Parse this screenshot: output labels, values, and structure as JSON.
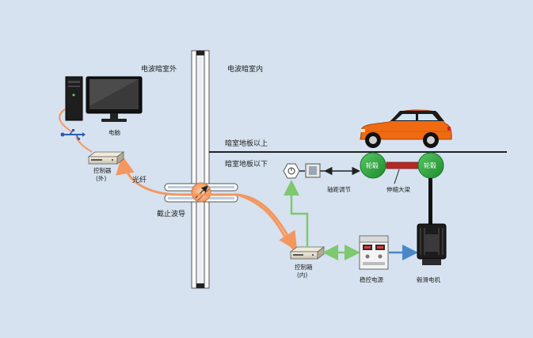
{
  "labels": {
    "chamber_outside": "电波暗室外",
    "chamber_inside": "电波暗室内",
    "floor_above": "暗室地板以上",
    "floor_below": "暗室地板以下",
    "computer": "电脑",
    "controller_outside_line1": "控制器",
    "controller_outside_line2": "(外)",
    "fiber": "光纤",
    "waveguide": "截止波导",
    "controller_inside_line1": "控制箱",
    "controller_inside_line2": "(内)",
    "wheelbase_adjust": "轴距调节",
    "telescopic_beam": "伸缩大梁",
    "wheel_hub": "轮毂",
    "power_supply": "稳控电源",
    "hub_motor": "毂滑电机"
  },
  "colors": {
    "background": "#d6e2ef",
    "fiber": "#f4975f",
    "control_green": "#7ec86f",
    "power_blue": "#4a86c8",
    "car_orange": "#f06a12",
    "hub_green": "#2ea63b",
    "beam_red": "#b42828"
  },
  "icons": [
    "computer-icon",
    "usb-icon",
    "controller-box-icon",
    "car-icon",
    "wheel-hub-icon",
    "motor-icon",
    "power-supply-icon",
    "sensor-icon",
    "actuator-icon",
    "waveguide-icon"
  ]
}
